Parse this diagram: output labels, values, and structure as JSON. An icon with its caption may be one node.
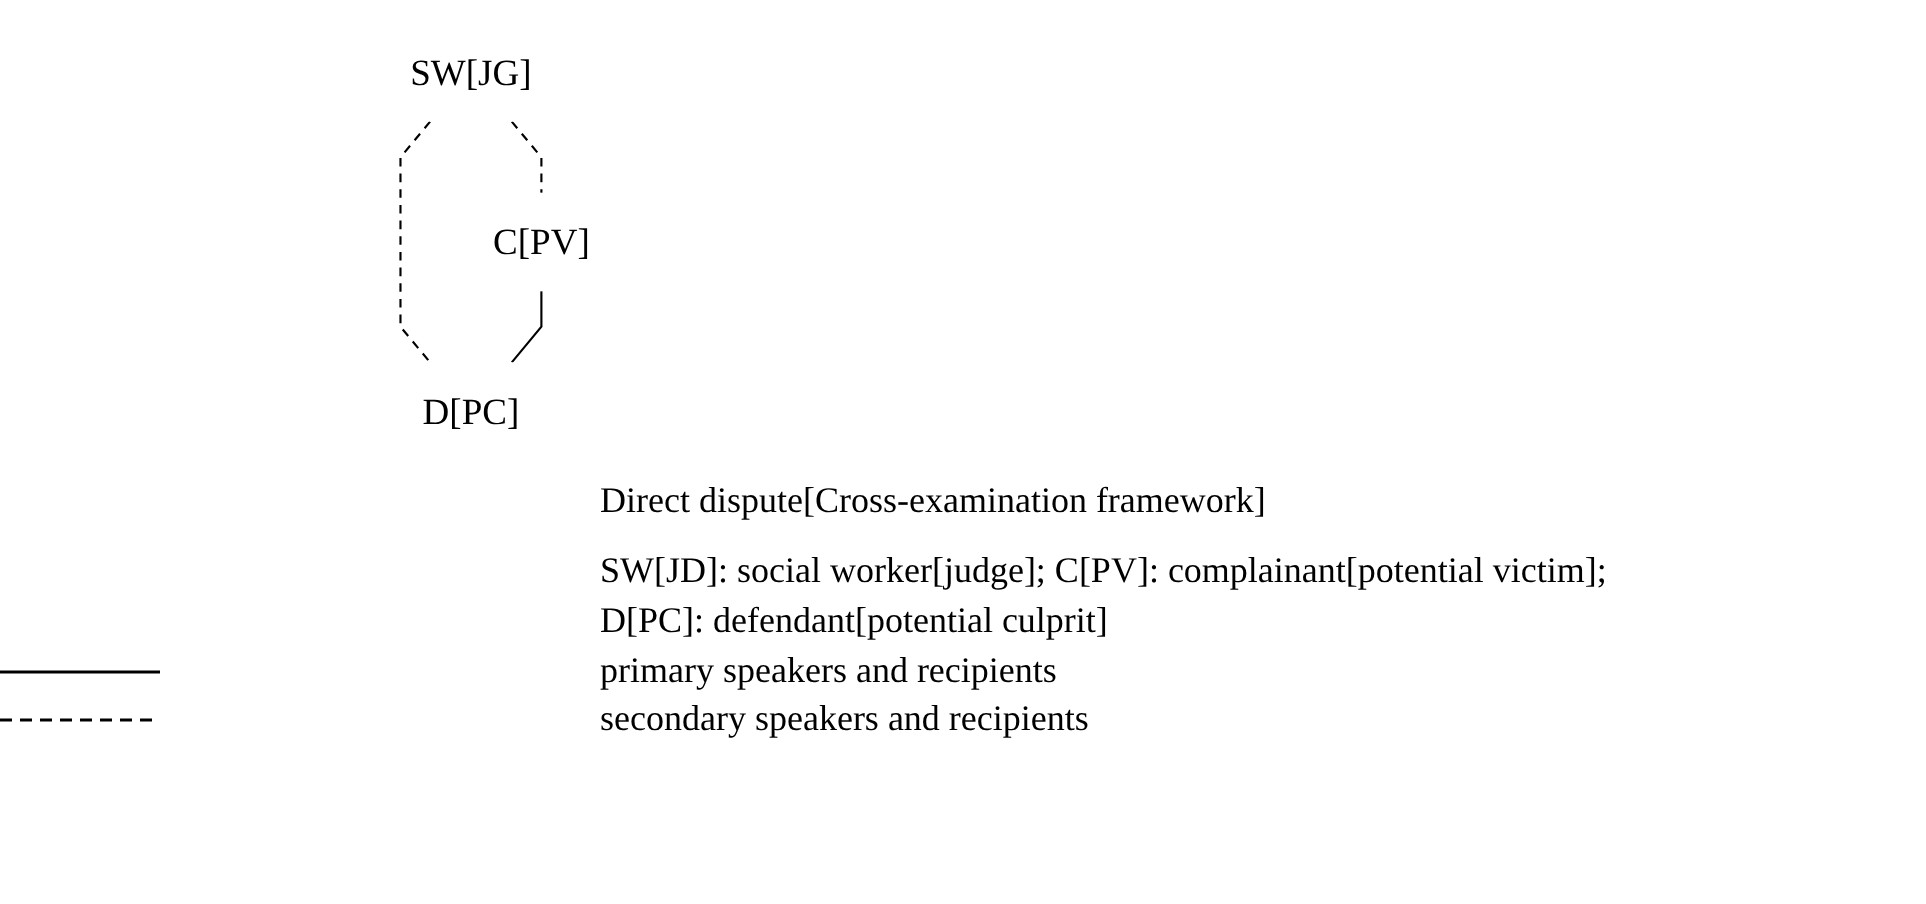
{
  "diagram": {
    "caption": "Direct dispute[Cross-examination framework]",
    "nodes": [
      {
        "text": [
          "SW[JG]"
        ]
      },
      {
        "text": [
          "C[PV]"
        ]
      },
      {
        "text": [
          "D[PC]"
        ]
      }
    ],
    "edges": [
      {
        "from": 0,
        "to": 1,
        "arrow": "none",
        "style": "dashed"
      },
      {
        "from": 0,
        "to": 2,
        "arrow": "none",
        "style": "dashed"
      },
      {
        "from": 1,
        "to": 2,
        "arrow": "none"
      }
    ],
    "labels": [
      "SW[JD]: social worker[judge]; C[PV]: complainant[potential victim];",
      "D[PC]: defendant[potential culprit]"
    ],
    "legend": [
      {
        "text": "primary speakers and recipients"
      },
      {
        "text": "secondary speakers and recipients"
      }
    ]
  }
}
